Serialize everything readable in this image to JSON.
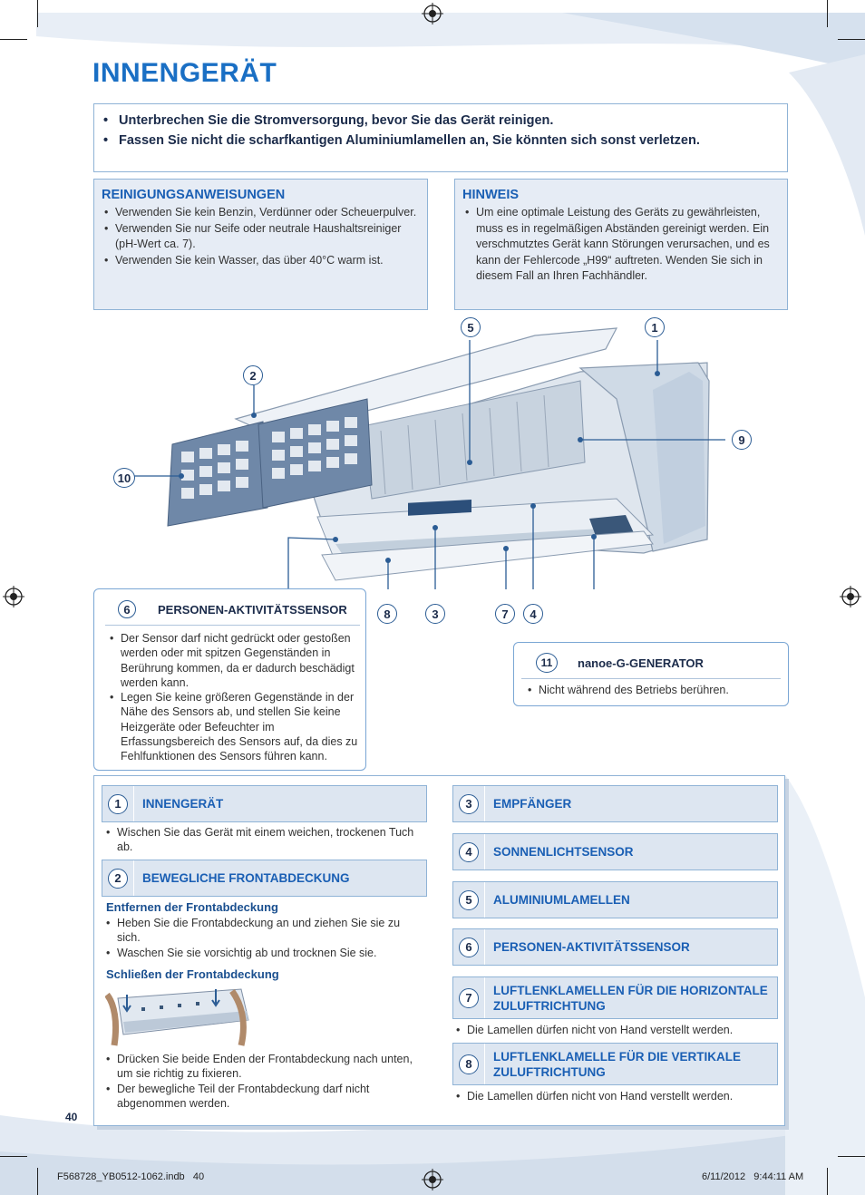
{
  "title": "INNENGERÄT",
  "warnings": [
    "Unterbrechen Sie die Stromversorgung, bevor Sie das Gerät reinigen.",
    "Fassen Sie nicht die scharfkantigen Aluminiumlamellen an, Sie könnten sich sonst verletzen."
  ],
  "cleaning": {
    "heading": "REINIGUNGSANWEISUNGEN",
    "items": [
      "Verwenden Sie kein Benzin, Verdünner oder Scheuerpulver.",
      "Verwenden Sie nur Seife oder neutrale Haushaltsreiniger (pH-Wert ca. 7).",
      "Verwenden Sie kein Wasser, das über 40°C warm ist."
    ]
  },
  "note": {
    "heading": "HINWEIS",
    "items": [
      "Um eine optimale Leistung des Geräts zu gewährleisten, muss es in regelmäßigen Abständen gereinigt werden. Ein verschmutztes Gerät kann Störungen verursachen, und es kann der Fehlercode „H99“ auftreten. Wenden Sie sich in diesem Fall an Ihren Fachhändler."
    ]
  },
  "callouts": [
    "1",
    "2",
    "3",
    "4",
    "5",
    "7",
    "8",
    "9",
    "10"
  ],
  "sensor_box": {
    "number": "6",
    "title": "PERSONEN-AKTIVITÄTSSENSOR",
    "items": [
      "Der Sensor darf nicht gedrückt oder gestoßen werden oder mit spitzen Gegenständen in Berührung kommen, da er dadurch beschädigt werden kann.",
      "Legen Sie keine größeren Gegenstände in der Nähe des Sensors ab, und stellen Sie keine Heizgeräte oder Befeuchter im Erfassungsbereich des Sensors auf, da dies zu Fehlfunktionen des Sensors führen kann."
    ]
  },
  "nanoe_box": {
    "number": "11",
    "title": "nanoe-G-GENERATOR",
    "items": [
      "Nicht während des Betriebs berühren."
    ]
  },
  "left_col": {
    "c1": {
      "number": "1",
      "label": "INNENGERÄT",
      "items": [
        "Wischen Sie das Gerät mit einem weichen, trockenen Tuch ab."
      ]
    },
    "c2": {
      "number": "2",
      "label": "BEWEGLICHE FRONTABDECKUNG"
    },
    "remove_heading": "Entfernen der Frontabdeckung",
    "remove_items": [
      "Heben Sie die Frontabdeckung an und ziehen Sie sie zu sich.",
      "Waschen Sie sie vorsichtig ab und trocknen Sie sie."
    ],
    "close_heading": "Schließen der Frontabdeckung",
    "close_items": [
      "Drücken Sie beide Enden der Frontabdeckung nach unten, um sie richtig zu fixieren.",
      "Der bewegliche Teil der Frontabdeckung darf nicht abgenommen werden."
    ]
  },
  "right_col": {
    "c3": {
      "number": "3",
      "label": "EMPFÄNGER"
    },
    "c4": {
      "number": "4",
      "label": "SONNENLICHTSENSOR"
    },
    "c5": {
      "number": "5",
      "label": "ALUMINIUMLAMELLEN"
    },
    "c6": {
      "number": "6",
      "label": "PERSONEN-AKTIVITÄTSSENSOR"
    },
    "c7": {
      "number": "7",
      "label": "LUFTLENKLAMELLEN FÜR DIE HORIZONTALE ZULUFTRICHTUNG",
      "items": [
        "Die Lamellen dürfen nicht von Hand verstellt werden."
      ]
    },
    "c8": {
      "number": "8",
      "label": "LUFTLENKLAMELLE FÜR DIE VERTIKALE ZULUFTRICHTUNG",
      "items": [
        "Die Lamellen dürfen nicht von Hand verstellt werden."
      ]
    }
  },
  "page_number": "40",
  "footer": {
    "file": "F568728_YB0512-1062.indb   40",
    "date": "6/11/2012   9:44:11 AM"
  }
}
